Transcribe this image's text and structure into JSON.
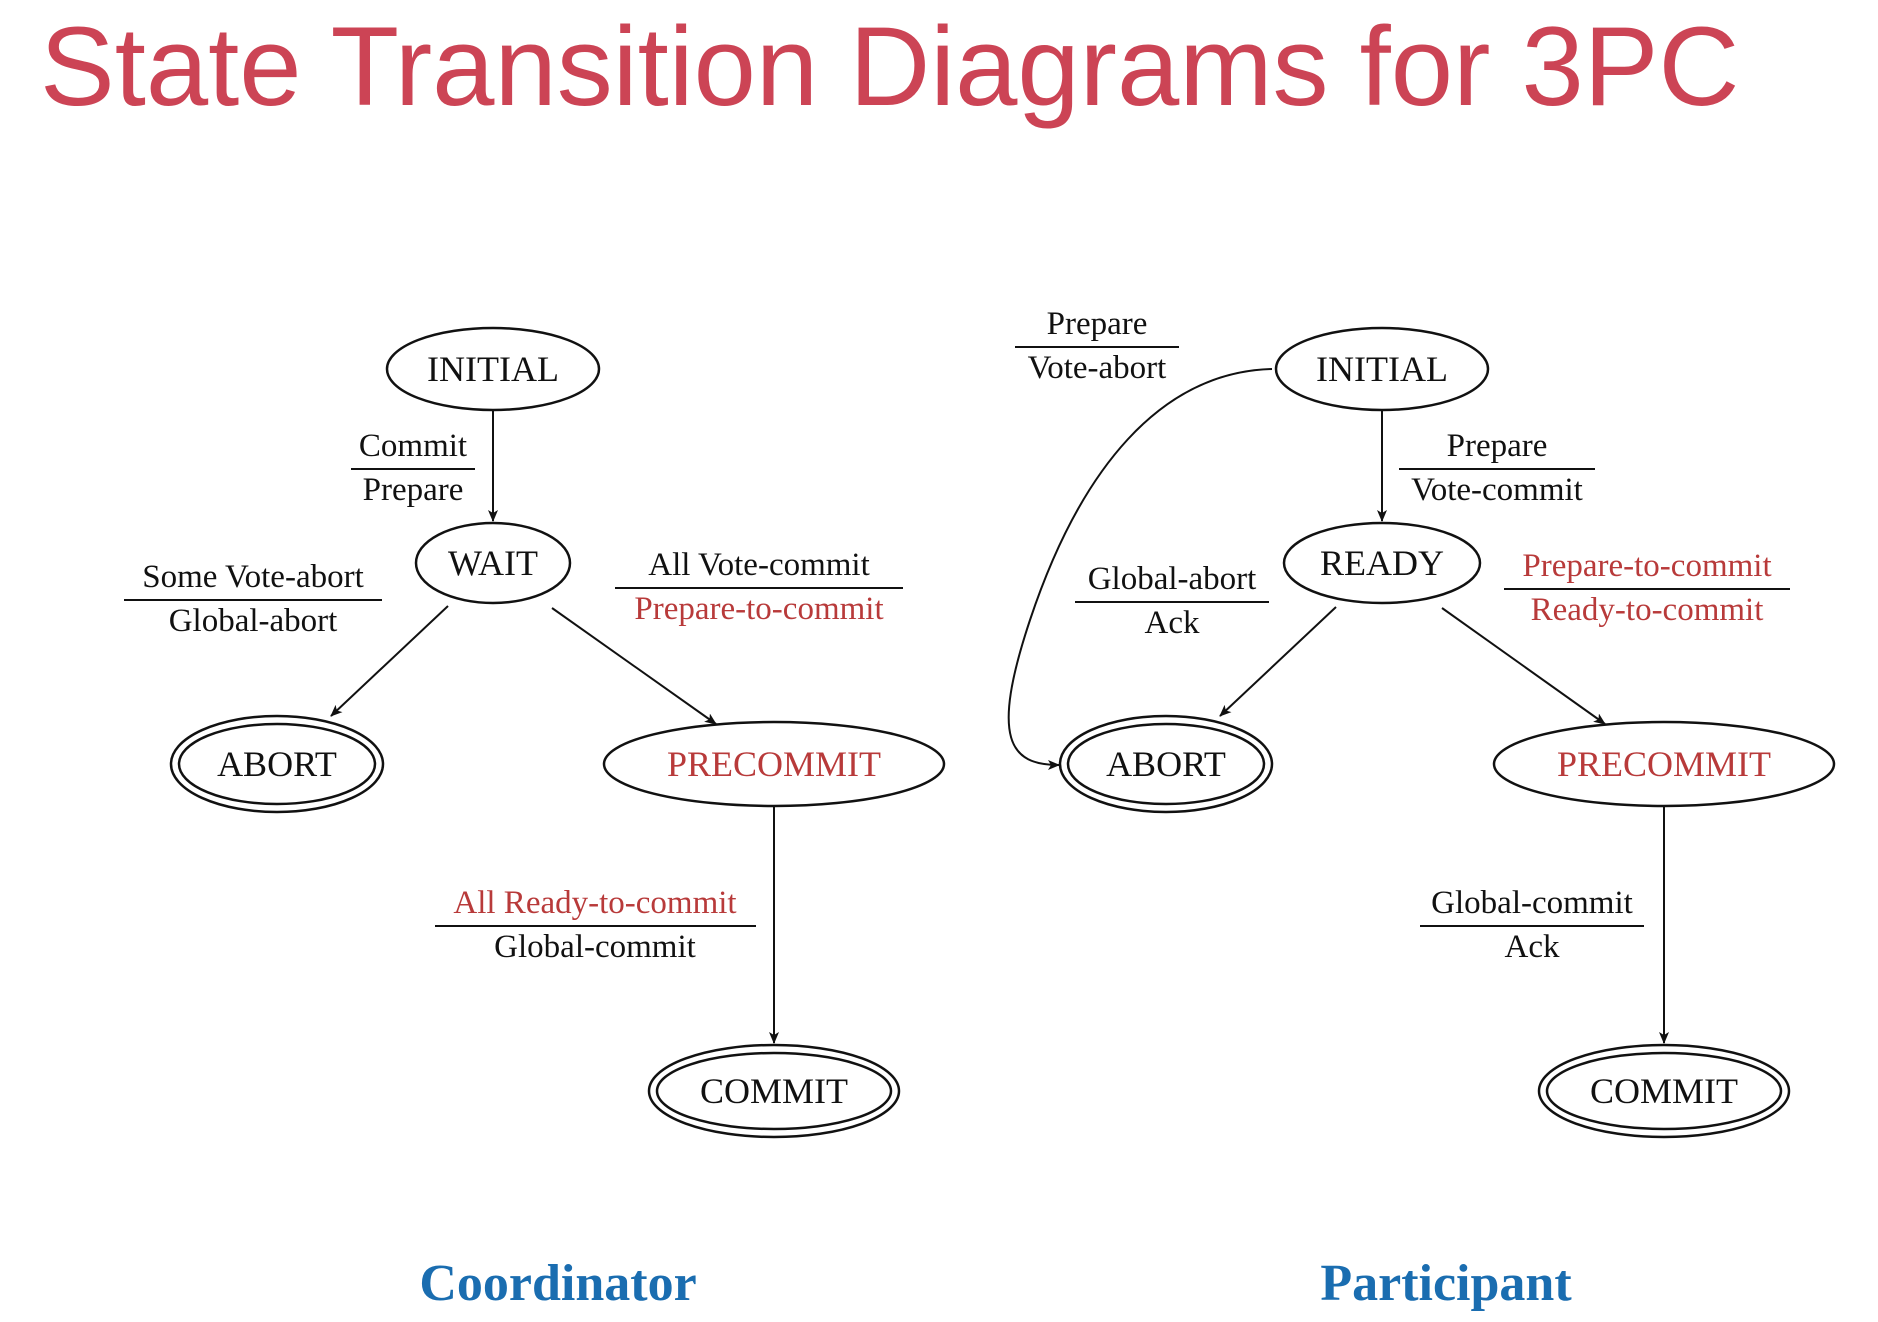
{
  "title": "State Transition Diagrams for 3PC",
  "colors": {
    "title": "#cc4455",
    "highlight": "#b83a3a",
    "text": "#111111",
    "caption": "#1a6db0"
  },
  "coordinator": {
    "caption": "Coordinator",
    "states": {
      "initial": "INITIAL",
      "wait": "WAIT",
      "abort": "ABORT",
      "precommit": "PRECOMMIT",
      "commit": "COMMIT"
    },
    "transitions": {
      "initial_wait": {
        "top": "Commit",
        "bottom": "Prepare"
      },
      "wait_abort": {
        "top": "Some Vote-abort",
        "bottom": "Global-abort"
      },
      "wait_precommit": {
        "top": "All Vote-commit",
        "bottom": "Prepare-to-commit"
      },
      "precommit_commit": {
        "top": "All Ready-to-commit",
        "bottom": "Global-commit"
      }
    }
  },
  "participant": {
    "caption": "Participant",
    "states": {
      "initial": "INITIAL",
      "ready": "READY",
      "abort": "ABORT",
      "precommit": "PRECOMMIT",
      "commit": "COMMIT"
    },
    "transitions": {
      "initial_abort": {
        "top": "Prepare",
        "bottom": "Vote-abort"
      },
      "initial_ready": {
        "top": "Prepare",
        "bottom": "Vote-commit"
      },
      "ready_abort": {
        "top": "Global-abort",
        "bottom": "Ack"
      },
      "ready_precommit": {
        "top": "Prepare-to-commit",
        "bottom": "Ready-to-commit"
      },
      "precommit_commit": {
        "top": "Global-commit",
        "bottom": "Ack"
      }
    }
  }
}
